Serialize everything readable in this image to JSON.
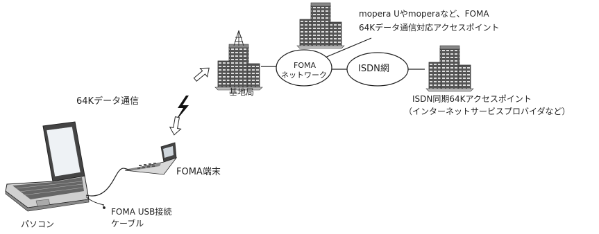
{
  "labels": {
    "ap_mopera_line1": "mopera Uやmoperaなど、FOMA",
    "ap_mopera_line2": "64Kデータ通信対応アクセスポイント",
    "base_station": "基地局",
    "foma_network_line1": "FOMA",
    "foma_network_line2": "ネットワーク",
    "isdn_network": "ISDN網",
    "ap_isdn_line1": "ISDN同期64Kアクセスポイント",
    "ap_isdn_line2": "（インターネットサービスプロバイダなど）",
    "data_comm": "64Kデータ通信",
    "foma_terminal": "FOMA端末",
    "pc": "パソコン",
    "cable_line1": "FOMA USB接続",
    "cable_line2": "ケーブル"
  },
  "icons": {
    "building": "office-building-icon",
    "antenna": "antenna-tower-icon",
    "laptop": "laptop-computer-icon",
    "phone": "flip-phone-icon",
    "signal": "lightning-bolt-icon"
  }
}
